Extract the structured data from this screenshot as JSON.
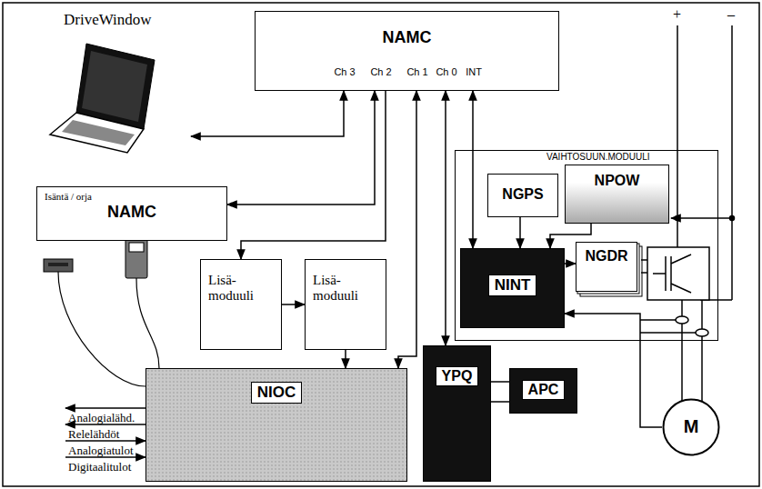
{
  "diagram": {
    "nodes": [
      {
        "text": [
          "DriveWindow"
        ]
      },
      {
        "text": [
          "NAMC",
          "Ch 3",
          "Ch 2",
          "Ch 1",
          "Ch 0",
          "INT"
        ]
      },
      {
        "text": [
          "Isäntä / orja",
          "NAMC"
        ]
      },
      {
        "text": [
          "Lisä- moduuli"
        ]
      },
      {
        "text": [
          "Lisä- moduuli"
        ]
      },
      {
        "text": [
          "NIOC"
        ]
      },
      {
        "text": [
          "YPQ"
        ]
      },
      {
        "text": [
          "APC"
        ]
      },
      {
        "text": [
          "VAIHTOSUUN.MODUULI"
        ]
      },
      {
        "text": [
          "NGPS"
        ],
        "in": 8
      },
      {
        "text": [
          "NPOW"
        ],
        "in": 8
      },
      {
        "text": [
          "NINT"
        ],
        "in": 8
      },
      {
        "text": [
          "NGDR"
        ],
        "in": 8
      },
      {
        "text": [
          "M"
        ]
      }
    ],
    "edges": [
      {
        "from": 1,
        "to": 0,
        "arrow": "both"
      },
      {
        "from": 1,
        "to": 2,
        "arrow": "both"
      },
      {
        "from": 1,
        "to": 3,
        "arrow": "to"
      },
      {
        "from": 3,
        "to": 4,
        "arrow": "to"
      },
      {
        "from": 4,
        "to": 5,
        "arrow": "to"
      },
      {
        "from": 1,
        "to": 5,
        "arrow": "both"
      },
      {
        "from": 1,
        "to": 6,
        "arrow": "both"
      },
      {
        "from": 6,
        "to": 7,
        "arrow": "none"
      },
      {
        "from": 1,
        "to": 11,
        "arrow": "both"
      },
      {
        "from": 9,
        "to": 11,
        "arrow": "to"
      },
      {
        "from": 10,
        "to": 11,
        "arrow": "to"
      },
      {
        "from": 11,
        "to": 12,
        "arrow": "to"
      },
      {
        "from": 13,
        "to": 11,
        "arrow": "to"
      }
    ],
    "labels": [
      "+",
      "–",
      "Analogialähd.",
      "Relelähdöt",
      "Analogiatulot",
      "Digitaalitulot"
    ]
  }
}
